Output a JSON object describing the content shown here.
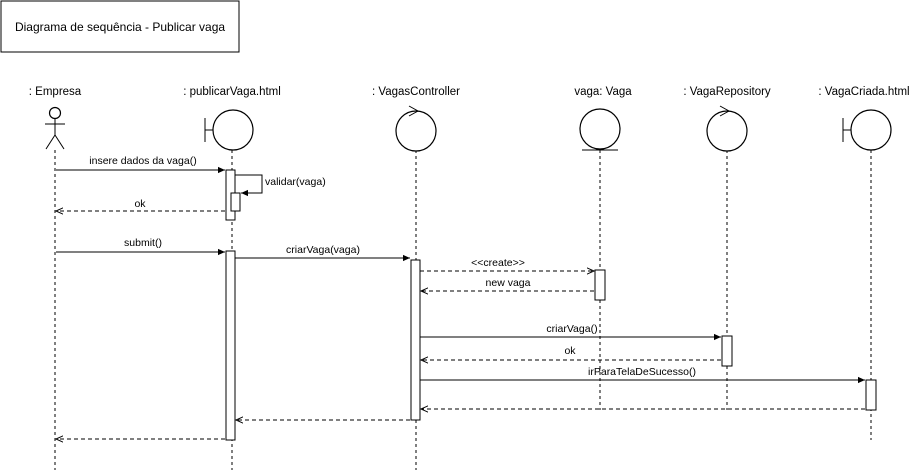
{
  "title": "Diagrama de sequência - Publicar vaga",
  "participants": [
    {
      "id": "empresa",
      "label": ": Empresa",
      "kind": "actor-icon"
    },
    {
      "id": "publicar",
      "label": ": publicarVaga.html",
      "kind": "boundary-icon"
    },
    {
      "id": "controller",
      "label": ": VagasController",
      "kind": "control-icon"
    },
    {
      "id": "vaga",
      "label": "vaga: Vaga",
      "kind": "entity-icon"
    },
    {
      "id": "repo",
      "label": ": VagaRepository",
      "kind": "control-icon"
    },
    {
      "id": "criada",
      "label": ": VagaCriada.html",
      "kind": "boundary-icon"
    }
  ],
  "messages": [
    {
      "from": "empresa",
      "to": "publicar",
      "label": "insere dados da vaga()",
      "type": "sync"
    },
    {
      "from": "publicar",
      "to": "publicar",
      "label": "validar(vaga)",
      "type": "self"
    },
    {
      "from": "publicar",
      "to": "empresa",
      "label": "ok",
      "type": "return"
    },
    {
      "from": "empresa",
      "to": "publicar",
      "label": "submit()",
      "type": "sync"
    },
    {
      "from": "publicar",
      "to": "controller",
      "label": "criarVaga(vaga)",
      "type": "sync"
    },
    {
      "from": "controller",
      "to": "vaga",
      "label": "<<create>>",
      "type": "create"
    },
    {
      "from": "vaga",
      "to": "controller",
      "label": "new vaga",
      "type": "return"
    },
    {
      "from": "controller",
      "to": "repo",
      "label": "criarVaga()",
      "type": "sync"
    },
    {
      "from": "repo",
      "to": "controller",
      "label": "ok",
      "type": "return"
    },
    {
      "from": "controller",
      "to": "criada",
      "label": "irParaTelaDeSucesso()",
      "type": "sync"
    },
    {
      "from": "criada",
      "to": "controller",
      "label": "",
      "type": "return"
    },
    {
      "from": "controller",
      "to": "publicar",
      "label": "",
      "type": "return"
    },
    {
      "from": "publicar",
      "to": "empresa",
      "label": "",
      "type": "return"
    }
  ]
}
